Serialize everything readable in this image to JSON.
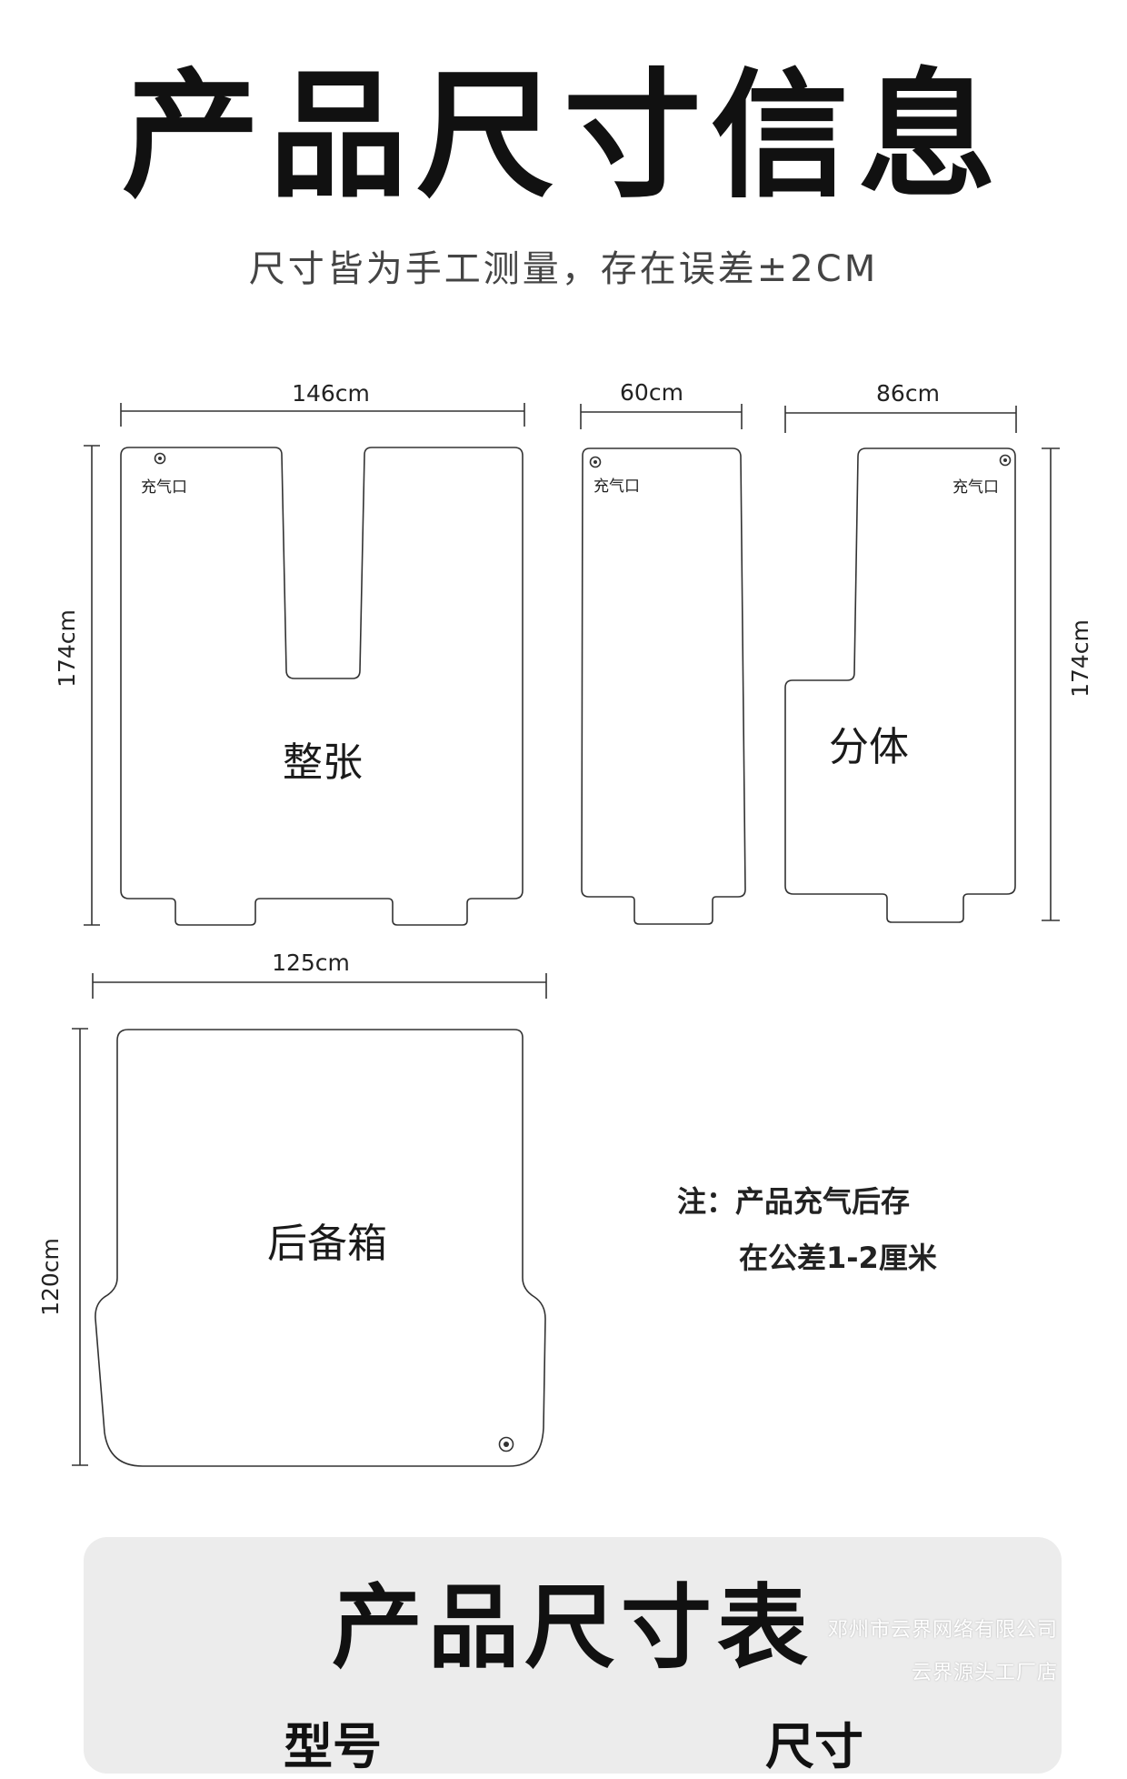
{
  "title": "产品尺寸信息",
  "subtitle": "尺寸皆为手工测量，存在误差±2CM",
  "pieces": {
    "whole": {
      "label": "整张",
      "vent_label": "充气口",
      "width_label": "146cm",
      "height_label": "174cm"
    },
    "narrow": {
      "vent_label": "充气口",
      "width_label": "60cm"
    },
    "split": {
      "label": "分体",
      "vent_label": "充气口",
      "width_label": "86cm",
      "height_label": "174cm"
    },
    "trunk": {
      "label": "后备箱",
      "width_label": "125cm",
      "height_label": "120cm"
    }
  },
  "note": {
    "line1": "注：产品充气后存",
    "line2": "在公差1-2厘米"
  },
  "size_table": {
    "title": "产品尺寸表",
    "col_model": "型号",
    "col_size": "尺寸"
  },
  "watermark": {
    "line1": "邓州市云界网络有限公司",
    "line2": "云界源头工厂店"
  }
}
